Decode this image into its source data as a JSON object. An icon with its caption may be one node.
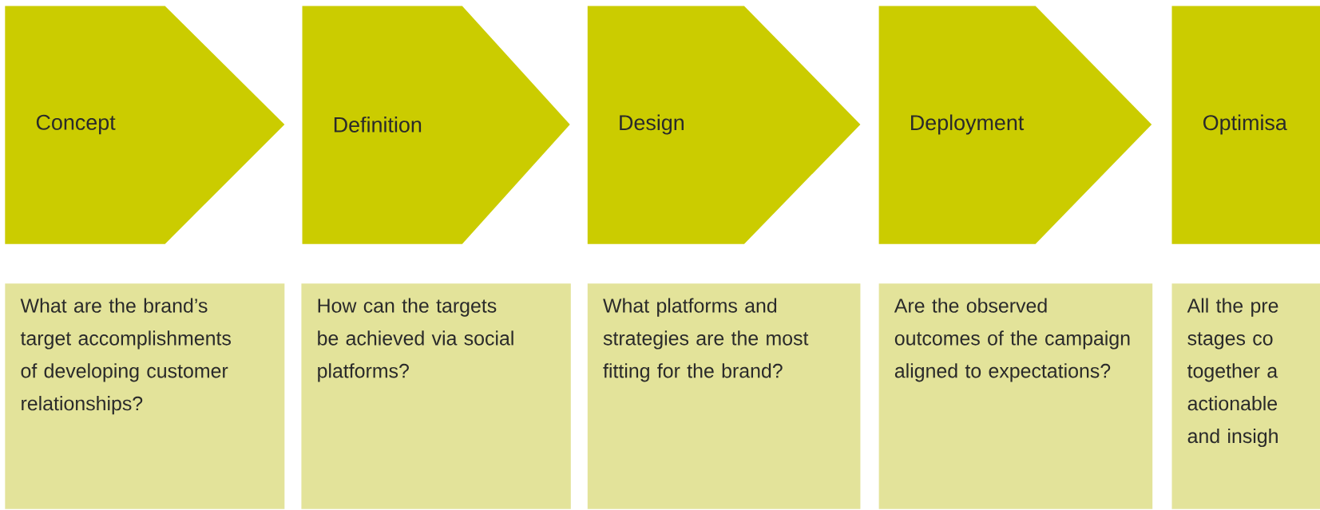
{
  "diagram": {
    "nodes": [
      {
        "text": [
          "Concept"
        ]
      },
      {
        "text": [
          "Definition"
        ]
      },
      {
        "text": [
          "Design"
        ]
      },
      {
        "text": [
          "Deployment"
        ]
      },
      {
        "text": [
          "Optimisa"
        ]
      },
      {
        "text": [
          "What are the brand’s target accomplishments of developing customer relationships?"
        ]
      },
      {
        "text": [
          "How can the targets be achieved via social platforms?"
        ]
      },
      {
        "text": [
          "What platforms and strategies are the most fitting for the brand?"
        ]
      },
      {
        "text": [
          "Are the observed outcomes of the campaign aligned to expectations?"
        ]
      },
      {
        "text": [
          "All the pre stages co together a actionable and insigh"
        ]
      }
    ]
  }
}
